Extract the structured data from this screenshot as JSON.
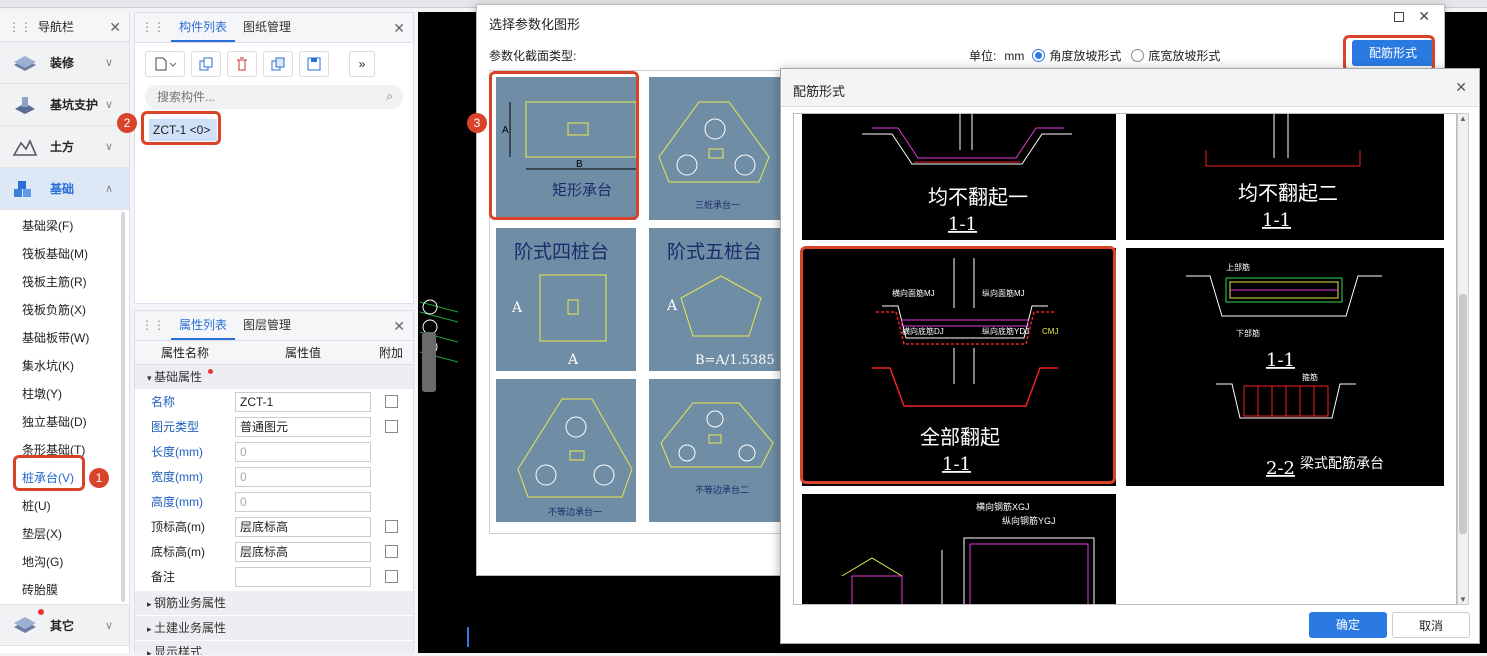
{
  "nav": {
    "title": "导航栏",
    "groups": [
      {
        "label": "装修"
      },
      {
        "label": "基坑支护"
      },
      {
        "label": "土方"
      },
      {
        "label": "基础"
      }
    ],
    "items": [
      "基础梁(F)",
      "筏板基础(M)",
      "筏板主筋(R)",
      "筏板负筋(X)",
      "基础板带(W)",
      "集水坑(K)",
      "柱墩(Y)",
      "独立基础(D)",
      "条形基础(T)",
      "桩承台(V)",
      "桩(U)",
      "垫层(X)",
      "地沟(G)",
      "砖胎膜"
    ],
    "bottom_group": "其它"
  },
  "components": {
    "tab_active": "构件列表",
    "tab_other": "图纸管理",
    "search_placeholder": "搜索构件...",
    "item": "ZCT-1 <0>"
  },
  "props": {
    "tab_active": "属性列表",
    "tab_other": "图层管理",
    "col_name": "属性名称",
    "col_value": "属性值",
    "col_extra": "附加",
    "section": "基础属性",
    "rows": [
      {
        "name": "名称",
        "value": "ZCT-1"
      },
      {
        "name": "图元类型",
        "value": "普通图元"
      },
      {
        "name": "长度(mm)",
        "value": "0"
      },
      {
        "name": "宽度(mm)",
        "value": "0"
      },
      {
        "name": "高度(mm)",
        "value": "0"
      },
      {
        "name": "顶标高(m)",
        "value": "层底标高"
      },
      {
        "name": "底标高(m)",
        "value": "层底标高"
      },
      {
        "name": "备注",
        "value": ""
      }
    ],
    "sections_collapsed": [
      "钢筋业务属性",
      "土建业务属性",
      "显示样式"
    ]
  },
  "dialog1": {
    "title": "选择参数化图形",
    "type_label": "参数化截面类型:",
    "unit_label": "单位:",
    "unit_value": "mm",
    "radio1": "角度放坡形式",
    "radio2": "底宽放坡形式",
    "rebar_button": "配筋形式",
    "tiles": [
      "矩形承台",
      "三桩承台一",
      "阶式四桩台",
      "阶式五桩台",
      "不等边承台一",
      "不等边承台二"
    ],
    "tile_letters": {
      "a": "A",
      "b": "B",
      "five": "B=A/1.5385"
    }
  },
  "dialog2": {
    "title": "配筋形式",
    "cells": [
      {
        "line1": "均不翻起一",
        "line2": "1-1"
      },
      {
        "line1": "均不翻起二",
        "line2": "1-1"
      },
      {
        "line1": "全部翻起",
        "line2": "1-1"
      },
      {
        "line1": "梁式配筋承台",
        "line2": "2-2",
        "line3": "1-1"
      }
    ],
    "annotations": {
      "a1": "横向面筋MJ",
      "a2": "纵向面筋MJ",
      "a3": "横向底筋DJ",
      "a4": "纵向底筋YDJ",
      "a5": "CMJ",
      "a6": "横向钢筋XGJ",
      "a7": "纵向钢筋YGJ",
      "a8": "上部筋",
      "a9": "下部筋",
      "a10": "箍筋"
    },
    "ok": "确定",
    "cancel": "取消"
  },
  "badges": [
    "1",
    "2",
    "3"
  ],
  "colors": {
    "accent": "#2a7ae2",
    "highlight": "#d9432a",
    "tile": "#6f8ea6"
  }
}
